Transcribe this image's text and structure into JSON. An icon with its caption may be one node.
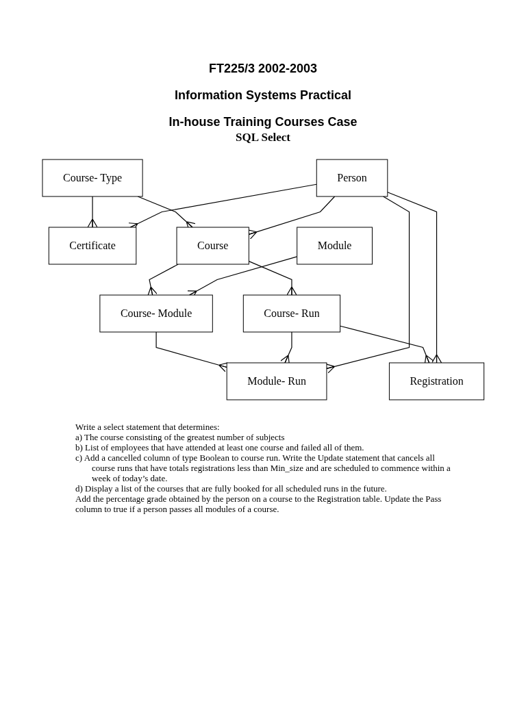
{
  "diagram": {
    "title": "FT225/3 2002-2003",
    "nodes": [
      {
        "text": [
          "Certificate"
        ]
      },
      {
        "text": [
          "Course- Type"
        ]
      },
      {
        "text": [
          "Person"
        ]
      },
      {
        "text": [
          "Course"
        ]
      },
      {
        "text": [
          "Course- Module"
        ]
      },
      {
        "text": [
          "Module"
        ]
      },
      {
        "text": [
          "Course- Run"
        ]
      },
      {
        "text": [
          "Module- Run"
        ]
      },
      {
        "text": [
          "Registration"
        ]
      }
    ],
    "edges": [
      {
        "from": 1,
        "to": 0,
        "arrow": "other"
      },
      {
        "from": 2,
        "to": 0,
        "arrow": "other"
      },
      {
        "from": 1,
        "to": 3,
        "arrow": "other"
      },
      {
        "from": 2,
        "to": 3,
        "arrow": "other"
      },
      {
        "from": 3,
        "to": 4,
        "arrow": "other"
      },
      {
        "from": 5,
        "to": 4,
        "arrow": "other"
      },
      {
        "from": 3,
        "to": 6,
        "arrow": "other"
      },
      {
        "from": 4,
        "to": 7,
        "arrow": "other"
      },
      {
        "from": 6,
        "to": 7,
        "arrow": "other"
      },
      {
        "from": 6,
        "to": 8,
        "arrow": "other"
      },
      {
        "from": 2,
        "to": 8,
        "arrow": "other"
      },
      {
        "from": 2,
        "to": 7,
        "arrow": "other"
      }
    ],
    "labels": [
      "Information Systems Practical",
      "In-house Training Courses Case",
      "SQL Select",
      "Write a select statement that determines:",
      "a) The course consisting of the greatest number of subjects",
      "b) List of employees that have attended at least one course and failed all of them.",
      "c) Add a cancelled column of type Boolean to course run. Write the Update statement that cancels all course runs that have totals registrations less than Min_size and are scheduled to commence within a week of today’s date.",
      "d) Display a list of the courses that are fully booked for all scheduled runs in the future.",
      "Add the percentage grade obtained by the person on a course to the Registration table. Update the Pass column to true if a person passes all modules of a course."
    ]
  }
}
